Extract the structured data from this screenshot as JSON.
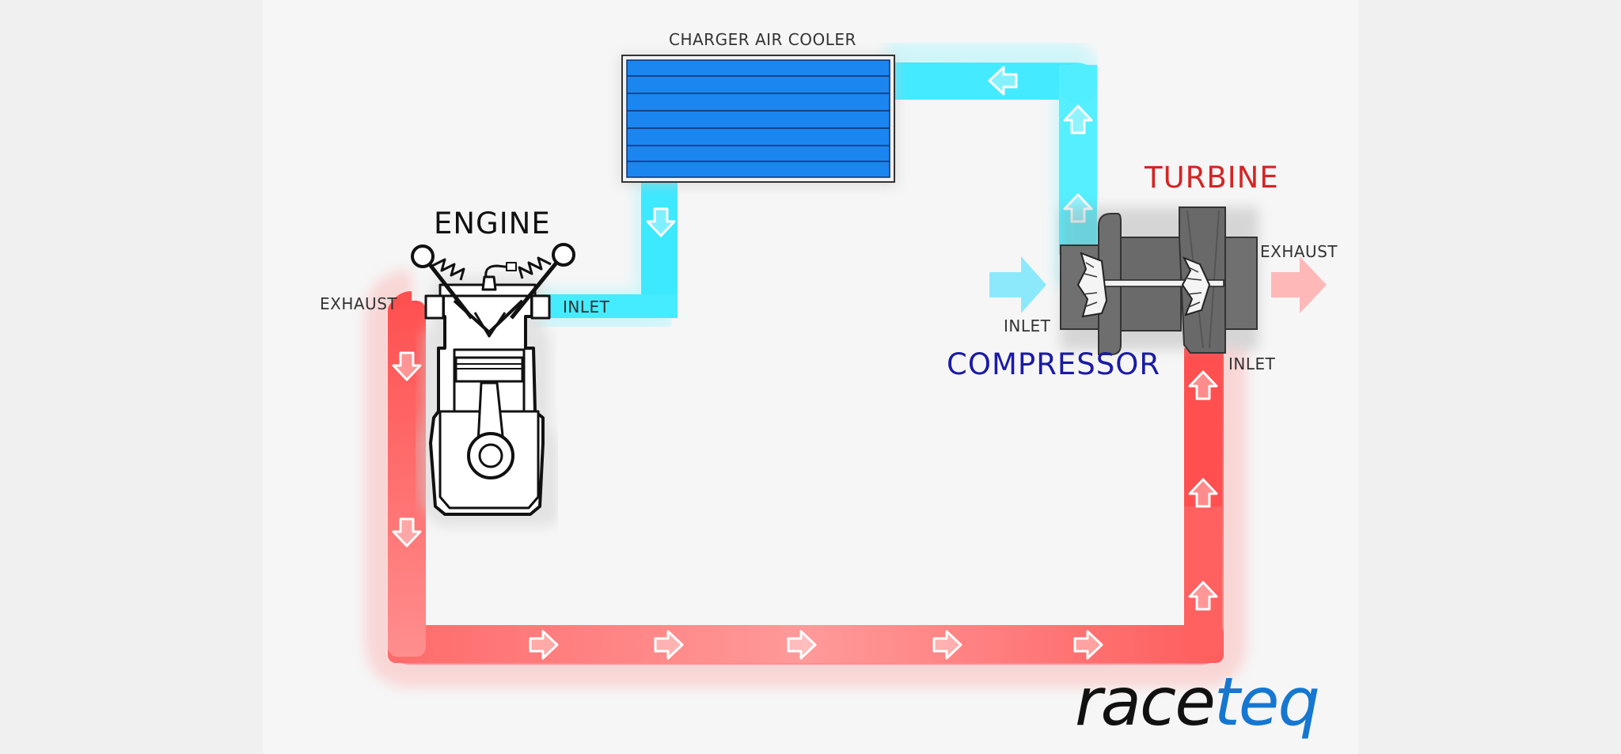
{
  "labels": {
    "charge_air_cooler": "CHARGER AIR COOLER",
    "engine": "ENGINE",
    "engine_exhaust": "EXHAUST",
    "engine_inlet": "INLET",
    "turbine": "TURBINE",
    "compressor": "COMPRESSOR",
    "compressor_inlet": "INLET",
    "turbine_exhaust": "EXHAUST",
    "turbine_inlet": "INLET"
  },
  "logo": {
    "part1": "race",
    "part2": "teq"
  },
  "colors": {
    "cold_air": "#47ecff",
    "hot_exhaust": "#ff5a5a",
    "intercooler": "#1b86f0",
    "compressor_label": "#1a1aa8",
    "turbine_label": "#d42424",
    "logo_accent": "#1577d0"
  },
  "icons": [
    "arrow-up-icon",
    "arrow-down-icon",
    "arrow-left-icon",
    "arrow-right-icon"
  ]
}
